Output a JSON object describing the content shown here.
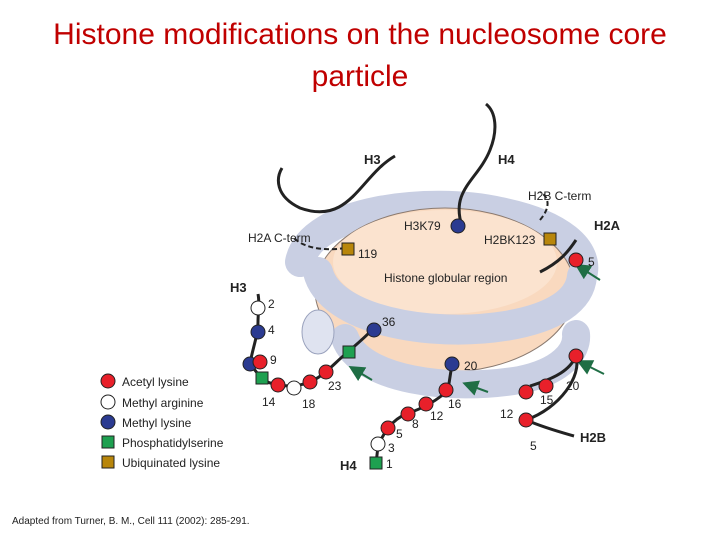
{
  "title": {
    "line1": "Histone modifications on the nucleosome core",
    "line2": "particle"
  },
  "citation": "Adapted from Turner, B. M., Cell 111 (2002): 285-291.",
  "colors": {
    "acetyl": "#e8202a",
    "methyl_arginine": "#ffffff",
    "methyl_lysine": "#2b3b91",
    "phosphatidylserine": "#1ea050",
    "ubiquinated": "#b8860b",
    "dna": "#c9cfe3",
    "core": "#f9d9bf",
    "title": "#c00000",
    "arrow": "#1f6e45"
  },
  "diagram": {
    "labels": {
      "h3_top": "H3",
      "h4_top": "H4",
      "h2b_cterm": "H2B C-term",
      "h2a": "H2A",
      "h2a_cterm": "H2A C-term",
      "h3k79": "H3K79",
      "h2bk123": "H2BK123",
      "site_119": "119",
      "core_region": "Histone globular region",
      "h3_left": "H3",
      "h4_bottom": "H4",
      "h2b": "H2B"
    },
    "residues": {
      "h3_tail": [
        "2",
        "4",
        "9",
        "14",
        "18",
        "23"
      ],
      "h3_36": "36",
      "h4_tail": [
        "1",
        "3",
        "5",
        "8",
        "12",
        "16",
        "20"
      ],
      "h2a_tail": "5",
      "h2b_tail": [
        "5",
        "12",
        "15",
        "20"
      ]
    }
  },
  "legend": [
    {
      "label": "Acetyl lysine",
      "icon": "acetyl-lysine-icon"
    },
    {
      "label": "Methyl arginine",
      "icon": "methyl-arginine-icon"
    },
    {
      "label": "Methyl lysine",
      "icon": "methyl-lysine-icon"
    },
    {
      "label": "Phosphatidylserine",
      "icon": "phosphatidylserine-icon"
    },
    {
      "label": "Ubiquinated lysine",
      "icon": "ubiquinated-lysine-icon"
    }
  ]
}
